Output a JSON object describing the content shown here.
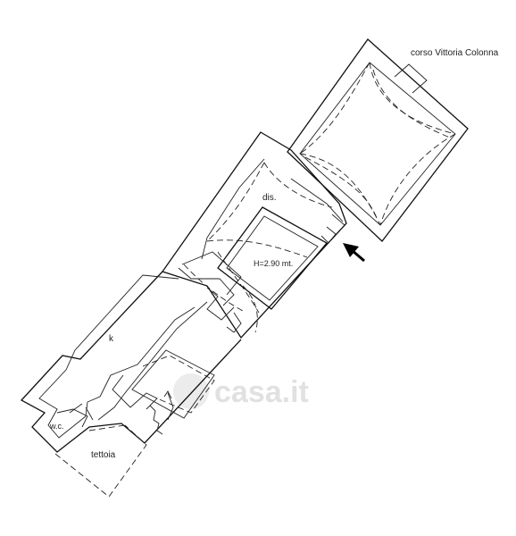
{
  "labels": {
    "street": "corso Vittoria Colonna",
    "hall": "dis.",
    "room_height": "H=2.90 mt.",
    "kitchen": "k",
    "bathroom": "w.c.",
    "canopy": "tettoia"
  },
  "watermark": "casa.it",
  "colors": {
    "ink": "#111111",
    "watermark": "#d8d8d8",
    "background": "#ffffff"
  },
  "icons": {
    "entrance": "arrow-up-left-icon"
  }
}
